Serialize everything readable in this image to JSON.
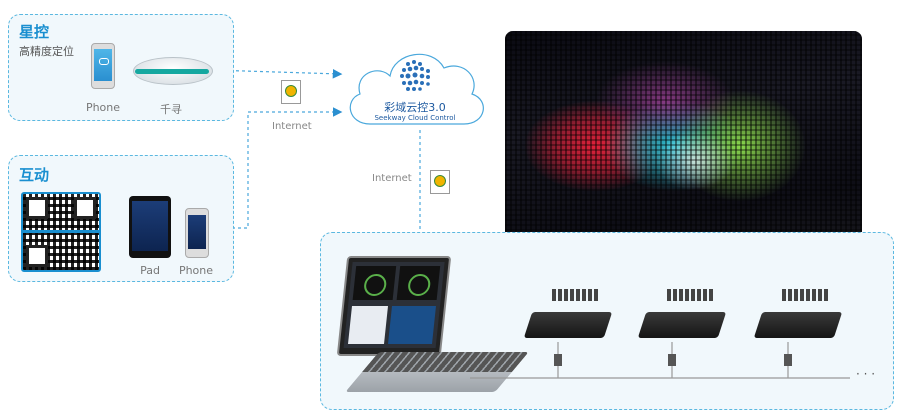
{
  "panels": {
    "xingkong": {
      "title": "星控",
      "subtitle": "高精度定位",
      "device_labels": [
        "Phone",
        "千寻"
      ]
    },
    "hudong": {
      "title": "互动",
      "device_labels": [
        "Pad",
        "Phone"
      ]
    }
  },
  "cloud": {
    "name": "彩域云控3.0",
    "name_en": "Seekway Cloud Control"
  },
  "links": {
    "internet_top": "Internet",
    "internet_down": "Internet"
  },
  "ellipsis": "· · ·",
  "colors": {
    "accent": "#1a8fd0",
    "panel_border": "#5bb8e0",
    "panel_bg": "#f1f8fc"
  }
}
